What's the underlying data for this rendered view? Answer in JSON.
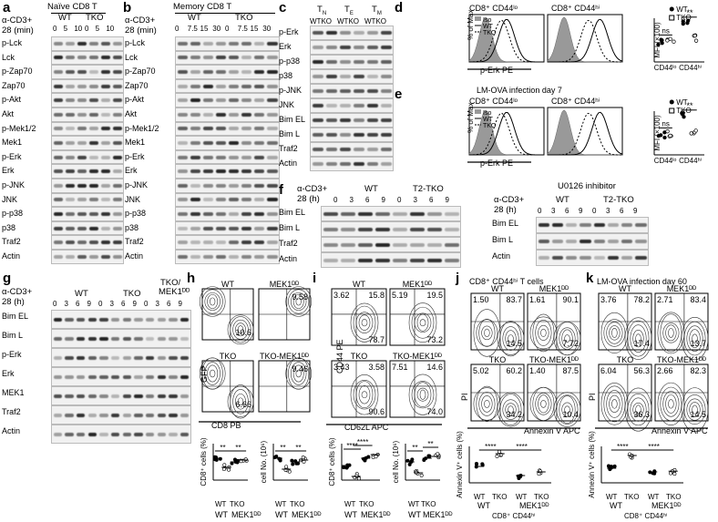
{
  "panels": {
    "a": {
      "label": "a",
      "title": "Naïve CD8 T",
      "stim": "α-CD3+",
      "time": "28 (min)",
      "groups": [
        "WT",
        "TKO"
      ],
      "times": [
        "0",
        "5",
        "10",
        "0",
        "5",
        "10"
      ],
      "rows": [
        "p-Lck",
        "Lck",
        "p-Zap70",
        "Zap70",
        "p-Akt",
        "Akt",
        "p-Mek1/2",
        "Mek1",
        "p-Erk",
        "Erk",
        "p-JNK",
        "JNK",
        "p-p38",
        "p38",
        "Traf2",
        "Actin"
      ]
    },
    "b": {
      "label": "b",
      "title": "Memory CD8 T",
      "stim": "α-CD3+",
      "time": "28 (min)",
      "groups": [
        "WT",
        "TKO"
      ],
      "times": [
        "0",
        "7.5",
        "15",
        "30",
        "0",
        "7.5",
        "15",
        "30"
      ],
      "rows": [
        "p-Lck",
        "Lck",
        "p-Zap70",
        "Zap70",
        "p-Akt",
        "Akt",
        "p-Mek1/2",
        "Mek1",
        "p-Erk",
        "Erk",
        "p-JNK",
        "JNK",
        "p-p38",
        "p38",
        "Traf2",
        "Actin"
      ]
    },
    "c": {
      "label": "c",
      "cols": [
        "TN",
        "TE",
        "TM"
      ],
      "sub": "WTKO",
      "rows": [
        "p-Erk",
        "Erk",
        "p-p38",
        "p38",
        "p-JNK",
        "JNK",
        "Bim EL",
        "Bim L",
        "Traf2",
        "Actin"
      ]
    },
    "d": {
      "label": "d",
      "h1": "CD8⁺ CD44ˡᵒ",
      "h2": "CD8⁺ CD44ʰⁱ",
      "legend": [
        "Iso",
        "WT",
        "TKO"
      ],
      "ylabel": "% of Max",
      "xlabel": "p-Erk PE",
      "mfi": "MFI (×100)",
      "xcats": [
        "CD44ˡᵒ",
        "CD44ʰⁱ"
      ],
      "ns": "ns",
      "sig": "**",
      "key": [
        "WT",
        "TKO"
      ]
    },
    "e": {
      "label": "e",
      "title": "LM-OVA infection day 7",
      "h1": "CD8⁺ CD44ˡᵒ",
      "h2": "CD8⁺ CD44ʰⁱ",
      "legend": [
        "Iso",
        "WT",
        "TKO"
      ],
      "ylabel": "% of Max",
      "xlabel": "p-Erk PE",
      "mfi": "MFI (×100)",
      "xcats": [
        "CD44ˡᵒ",
        "CD44ʰⁱ"
      ],
      "ns": "ns",
      "sig": "**",
      "key": [
        "WT",
        "TKO"
      ]
    },
    "f": {
      "label": "f",
      "stim": "α-CD3+",
      "time": "28 (h)",
      "groups": [
        "WT",
        "T2-TKO"
      ],
      "times": [
        "0",
        "3",
        "6",
        "9",
        "0",
        "3",
        "6",
        "9"
      ],
      "rows": [
        "Bim EL",
        "Bim L",
        "Traf2",
        "Actin"
      ],
      "inh": "U0126 inhibitor",
      "rows2": [
        "Bim EL",
        "Bim L",
        "Actin"
      ]
    },
    "g": {
      "label": "g",
      "stim": "α-CD3+",
      "time": "28 (h)",
      "groups": [
        "WT",
        "TKO",
        "TKO/",
        "MEK1ᴰᴰ"
      ],
      "times": [
        "0",
        "3",
        "6",
        "9",
        "0",
        "3",
        "6",
        "9",
        "0",
        "3",
        "6",
        "9"
      ],
      "rows": [
        "Bim EL",
        "Bim L",
        "p-Erk",
        "Erk",
        "MEK1",
        "Traf2",
        "Actin"
      ]
    },
    "h": {
      "label": "h",
      "q": [
        "WT",
        "MEK1ᴰᴰ",
        "TKO",
        "TKO-MEK1ᴰᴰ"
      ],
      "vals": [
        "9.58",
        "10.6",
        "9.46",
        "6.66"
      ],
      "ylab": "GFP",
      "xlab": "CD8 PB",
      "s1": "CD8⁺ cells (%)",
      "s2": "cell No. (10⁶)",
      "xl": [
        "WT",
        "TKO"
      ],
      "grp": [
        "WT",
        "MEK1ᴰᴰ"
      ],
      "sig": "**"
    },
    "i": {
      "label": "i",
      "q": [
        "WT",
        "MEK1ᴰᴰ",
        "TKO",
        "TKO-MEK1ᴰᴰ"
      ],
      "vals": [
        "3.62",
        "15.8",
        "78.7",
        "5.19",
        "19.5",
        "73.2",
        "3.43",
        "3.58",
        "90.6",
        "7.51",
        "14.6",
        "74.0"
      ],
      "ylab": "CD44 PE",
      "xlab": "CD62L APC",
      "s1": "CD8⁺ cells (%)",
      "s2": "cell No. (10⁶)",
      "sig1": "****",
      "sig2": "**"
    },
    "j": {
      "label": "j",
      "title": "CD8⁺ CD44ʰⁱ T cells",
      "q": [
        "WT",
        "MEK1ᴰᴰ",
        "TKO",
        "TKO-MEK1ᴰᴰ"
      ],
      "vals": [
        "1.50",
        "83.7",
        "14.5",
        "1.61",
        "90.1",
        "7.72",
        "5.02",
        "60.2",
        "34.2",
        "1.40",
        "87.5",
        "10.4"
      ],
      "ylab": "PI",
      "xlab": "Annexin V APC",
      "s1": "Annexin V⁺ cells (%)",
      "xl": [
        "WT",
        "TKO",
        "WT",
        "TKO"
      ],
      "grp": [
        "WT",
        "MEK1ᴰᴰ"
      ],
      "sub": "CD8⁺ CD44ʰⁱ",
      "sig": "****"
    },
    "k": {
      "label": "k",
      "title": "LM-OVA infection day 60",
      "q": [
        "WT",
        "MEK1ᴰᴰ",
        "TKO",
        "TKO-MEK1ᴰᴰ"
      ],
      "vals": [
        "3.76",
        "78.2",
        "17.4",
        "2.71",
        "83.4",
        "13.7",
        "6.04",
        "56.3",
        "36.3",
        "2.66",
        "82.3",
        "14.5"
      ],
      "ylab": "PI",
      "xlab": "Annexin V APC",
      "s1": "Annexin V⁺ cells (%)",
      "xl": [
        "WT",
        "TKO",
        "WT",
        "TKO"
      ],
      "grp": [
        "WT",
        "MEK1ᴰᴰ"
      ],
      "sub": "CD8⁺ CD44ʰⁱ",
      "sig": "****"
    }
  }
}
